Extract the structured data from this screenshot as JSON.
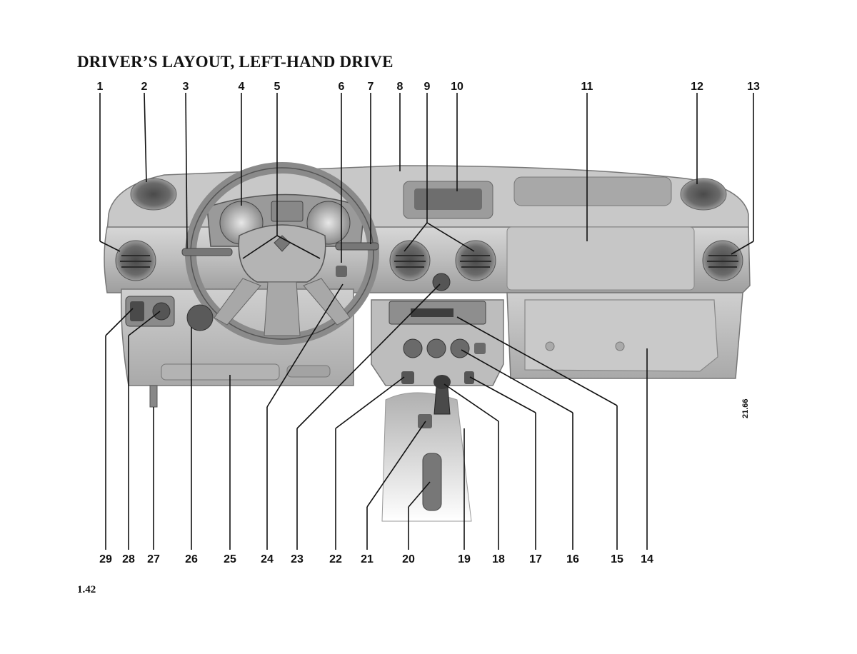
{
  "page": {
    "title": "DRIVER’S LAYOUT, LEFT-HAND DRIVE",
    "page_number": "1.42",
    "figure_code": "21.66"
  },
  "callouts": {
    "top": [
      "1",
      "2",
      "3",
      "4",
      "5",
      "6",
      "7",
      "8",
      "9",
      "10",
      "11",
      "12",
      "13"
    ],
    "bottom": [
      "29",
      "28",
      "27",
      "26",
      "25",
      "24",
      "23",
      "22",
      "21",
      "20",
      "19",
      "18",
      "17",
      "16",
      "15",
      "14"
    ]
  },
  "illustration": {
    "subject": "dashboard-line-drawing"
  }
}
